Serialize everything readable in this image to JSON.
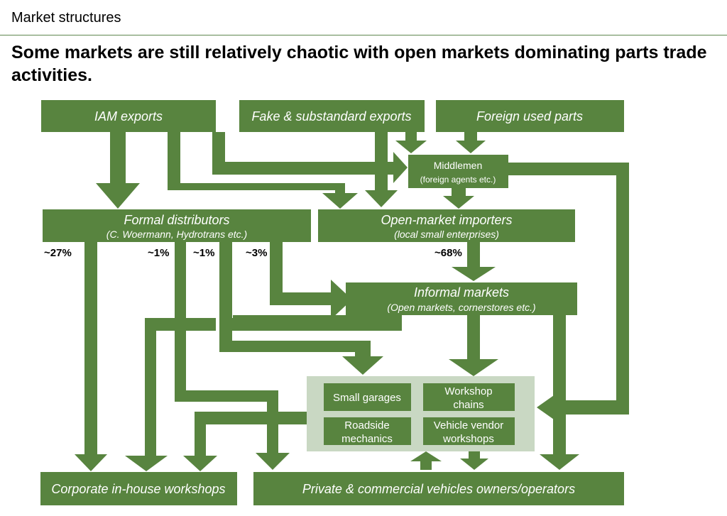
{
  "header": {
    "section_label": "Market structures"
  },
  "headline": "Some markets are still relatively chaotic with open markets dominating parts trade activities.",
  "colors": {
    "box_fill": "#58843f",
    "arrow_fill": "#58843f",
    "cluster_bg": "#c9d8c3",
    "rule": "#5f8750"
  },
  "nodes": {
    "iam_exports": {
      "title": "IAM exports"
    },
    "fake_exports": {
      "title": "Fake & substandard exports"
    },
    "foreign_used": {
      "title": "Foreign used parts"
    },
    "middlemen": {
      "title": "Middlemen",
      "subtitle": "(foreign agents etc.)"
    },
    "formal_distributors": {
      "title": "Formal distributors",
      "subtitle": "(C. Woermann, Hydrotrans etc.)"
    },
    "open_market_importers": {
      "title": "Open-market importers",
      "subtitle": "(local small enterprises)"
    },
    "informal_markets": {
      "title": "Informal markets",
      "subtitle": "(Open markets, cornerstores etc.)"
    },
    "small_garages": {
      "title": "Small garages"
    },
    "workshop_chains": {
      "line1": "Workshop",
      "line2": "chains"
    },
    "roadside_mechanics": {
      "line1": "Roadside",
      "line2": "mechanics"
    },
    "vehicle_vendor_workshops": {
      "line1": "Vehicle vendor",
      "line2": "workshops"
    },
    "corporate_workshops": {
      "title": "Corporate in-house workshops"
    },
    "vehicle_owners": {
      "title": "Private & commercial vehicles owners/operators"
    }
  },
  "shares": {
    "to_corporate": "~27%",
    "to_small_garages": "~1%",
    "to_owners": "~1%",
    "to_informal": "~3%",
    "open_market": "~68%"
  }
}
